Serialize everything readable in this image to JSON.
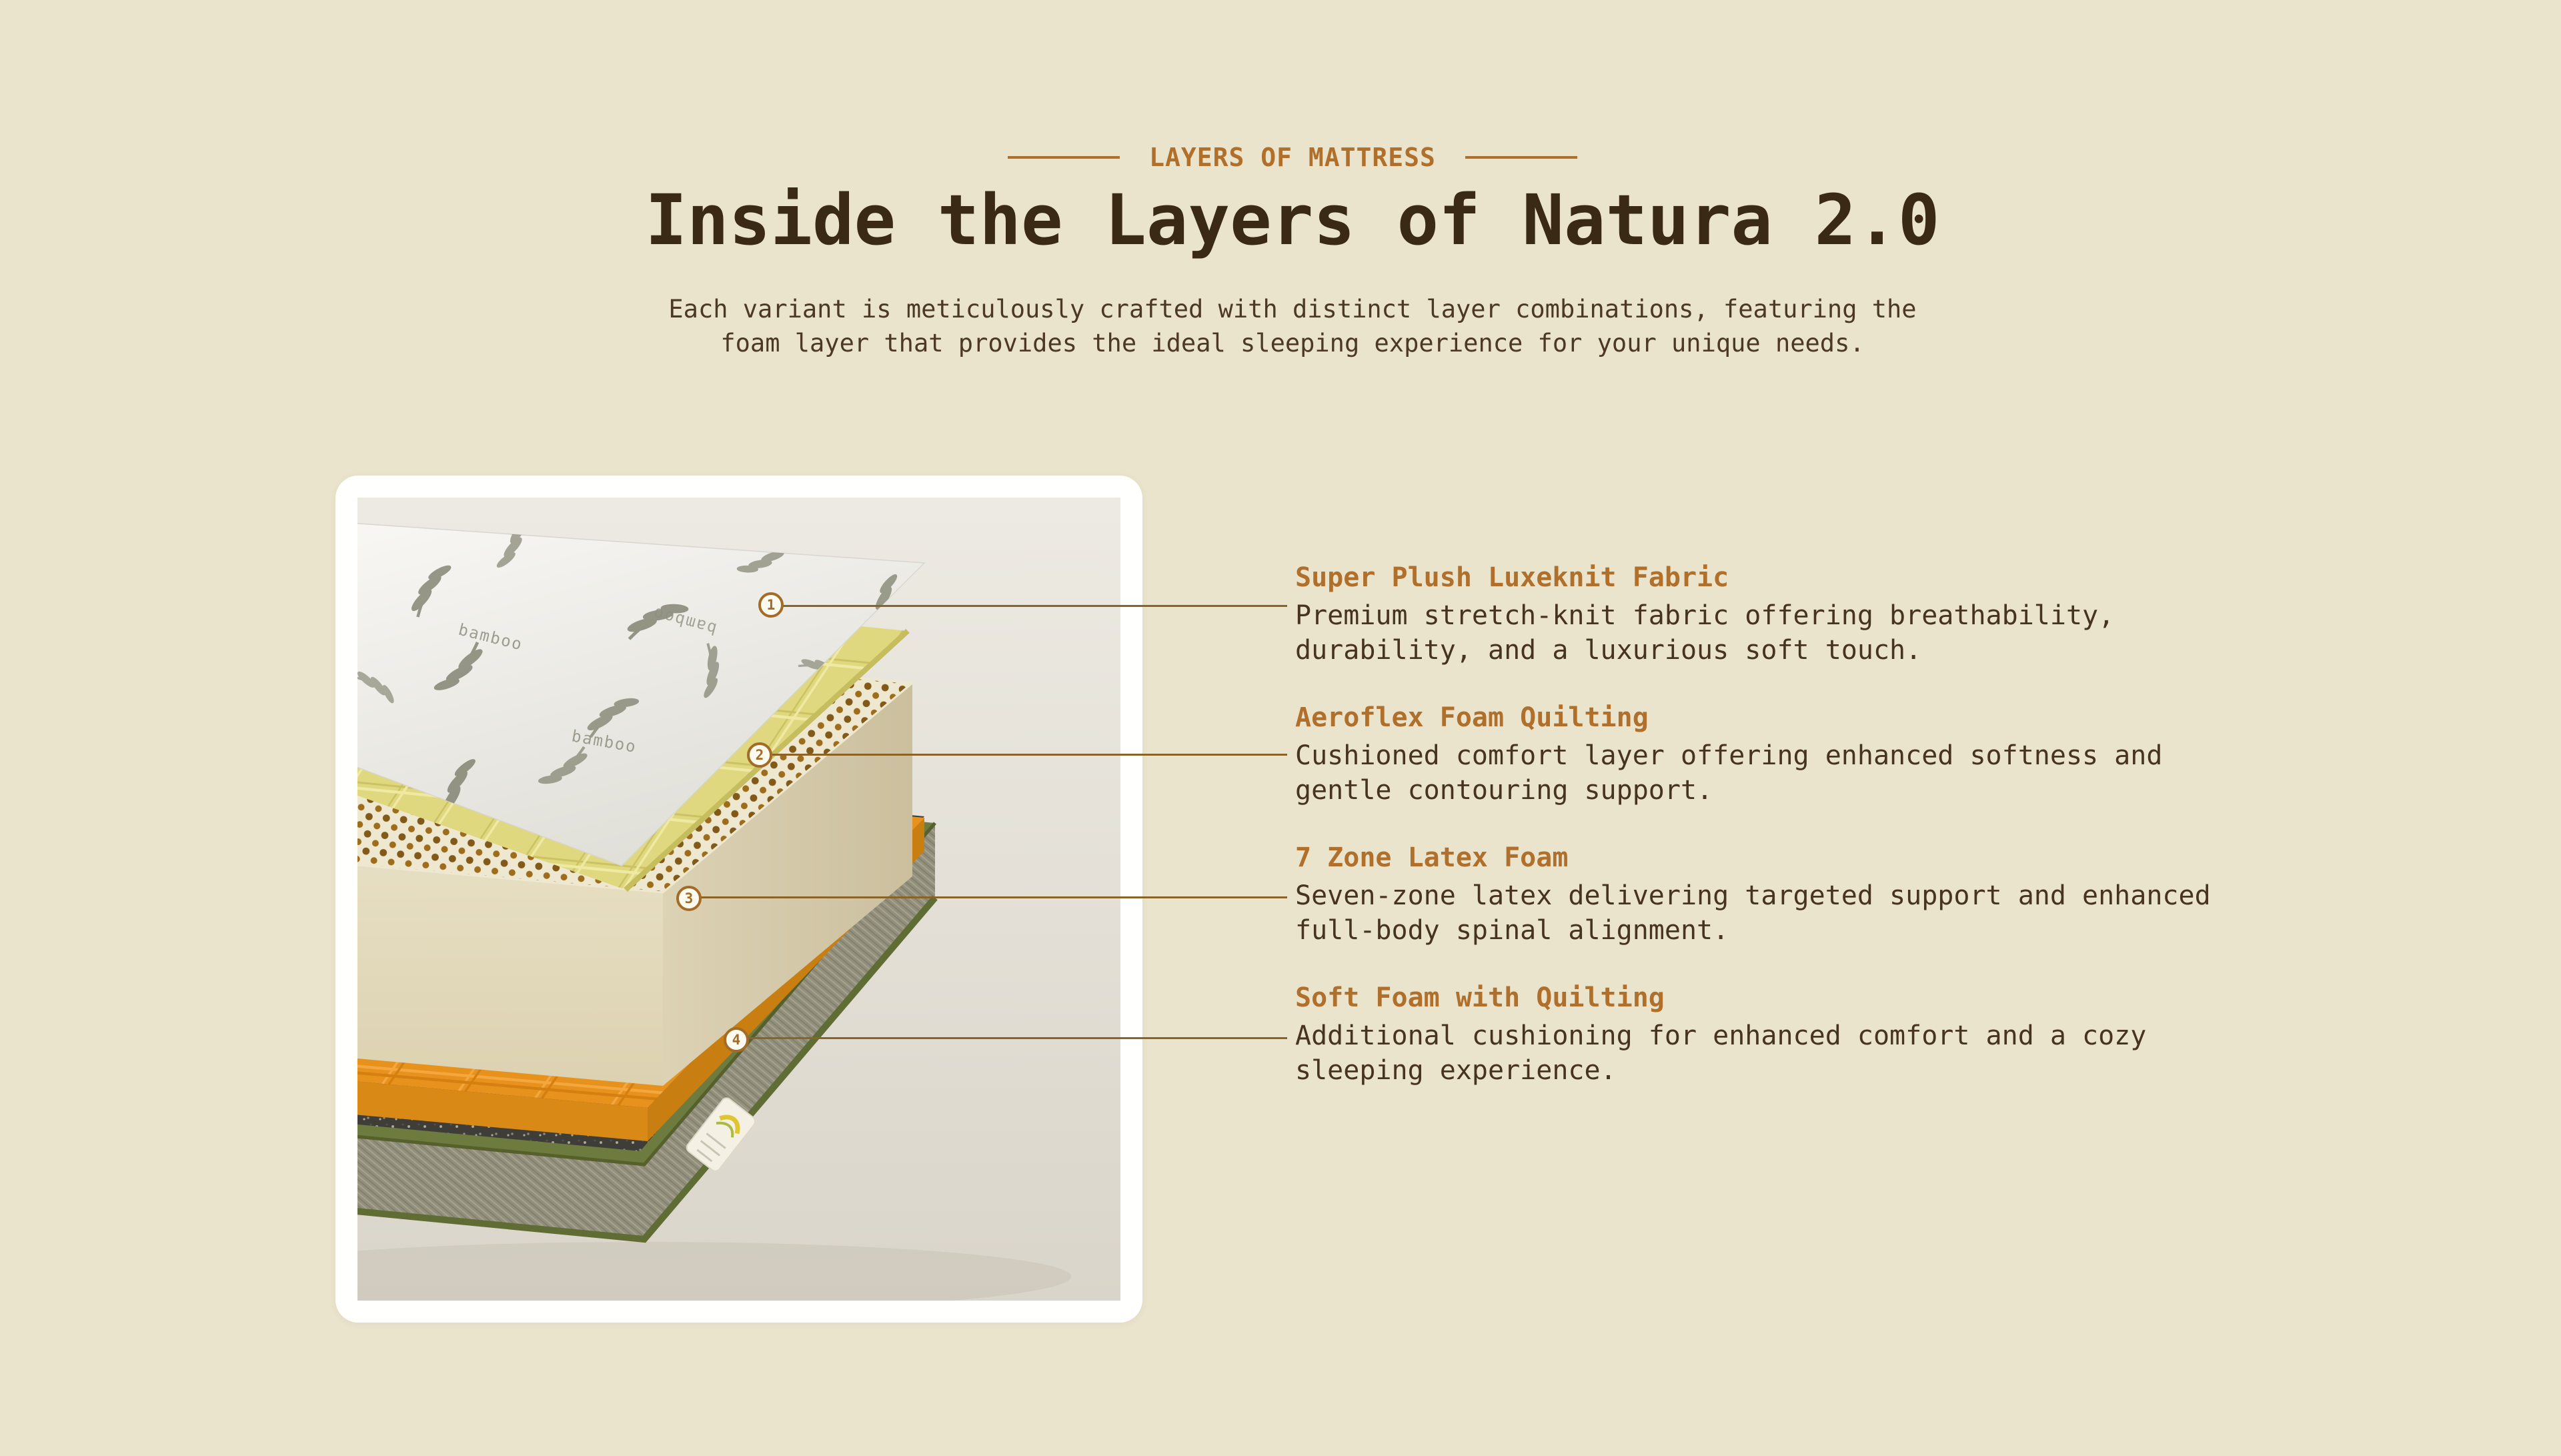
{
  "theme": {
    "background": "#EAE4CD",
    "accent": "#B0702B",
    "heading_color": "#3A2A15",
    "body_text_color": "#46341E",
    "leader_line_color": "#8A6426",
    "card_color": "#FFFFFD"
  },
  "header": {
    "eyebrow": "LAYERS OF MATTRESS",
    "title": "Inside the Layers of Natura 2.0",
    "subtitle": "Each variant is meticulously crafted with distinct layer combinations, featuring the\nfoam layer that provides the ideal sleeping experience for your unique needs."
  },
  "layers": [
    {
      "number": "1",
      "title": "Super Plush Luxeknit Fabric",
      "description": "Premium stretch-knit fabric offering breathability,\ndurability, and a luxurious soft touch."
    },
    {
      "number": "2",
      "title": "Aeroflex Foam Quilting",
      "description": "Cushioned comfort layer offering enhanced softness and\ngentle contouring support."
    },
    {
      "number": "3",
      "title": "7 Zone Latex Foam",
      "description": "Seven-zone latex delivering targeted support and enhanced\nfull-body spinal alignment."
    },
    {
      "number": "4",
      "title": "Soft Foam with Quilting",
      "description": "Additional cushioning for enhanced comfort and a cozy\nsleeping experience."
    }
  ],
  "illustration": {
    "sheet_print": "bamboo"
  }
}
